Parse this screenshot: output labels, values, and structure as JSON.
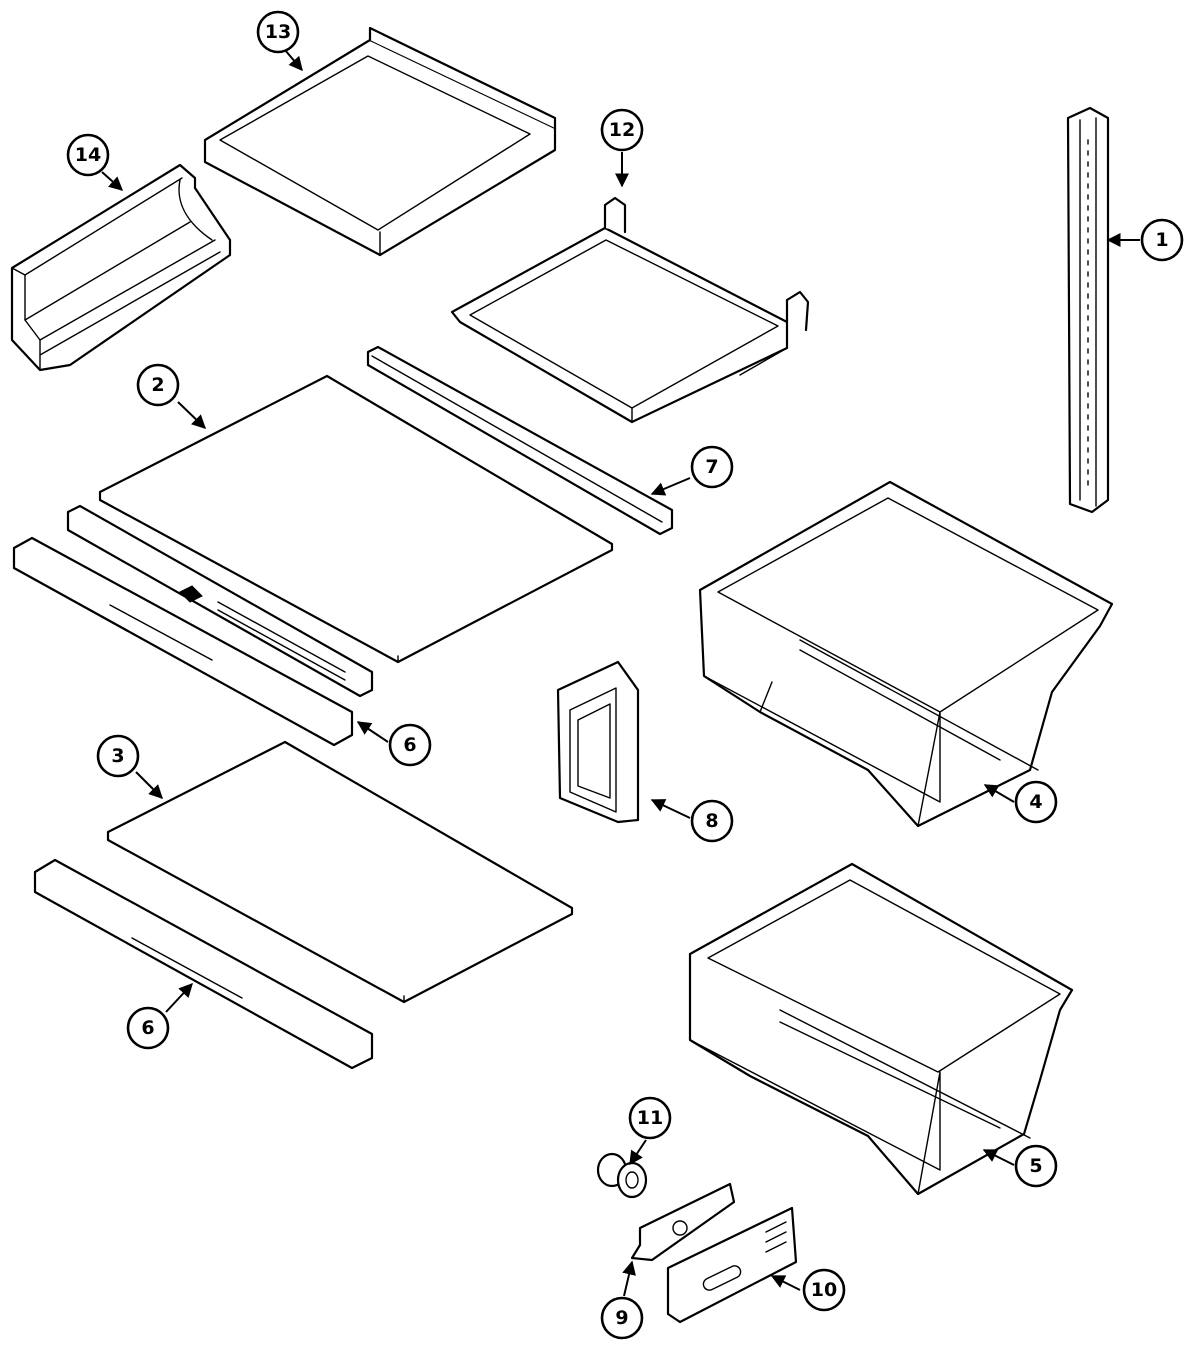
{
  "callouts": [
    {
      "id": "1",
      "label": "1"
    },
    {
      "id": "2",
      "label": "2"
    },
    {
      "id": "3",
      "label": "3"
    },
    {
      "id": "4",
      "label": "4"
    },
    {
      "id": "5",
      "label": "5"
    },
    {
      "id": "6a",
      "label": "6"
    },
    {
      "id": "6b",
      "label": "6"
    },
    {
      "id": "7",
      "label": "7"
    },
    {
      "id": "8",
      "label": "8"
    },
    {
      "id": "9",
      "label": "9"
    },
    {
      "id": "10",
      "label": "10"
    },
    {
      "id": "11",
      "label": "11"
    },
    {
      "id": "12",
      "label": "12"
    },
    {
      "id": "13",
      "label": "13"
    },
    {
      "id": "14",
      "label": "14"
    }
  ],
  "colors": {
    "line": "#000000",
    "background": "#ffffff"
  }
}
